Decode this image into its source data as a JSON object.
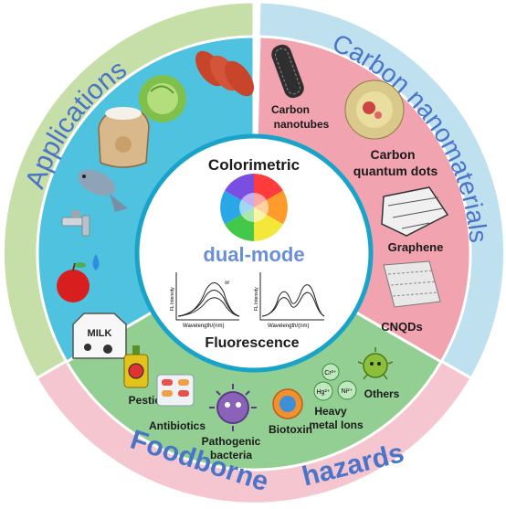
{
  "center": {
    "top_label": "Colorimetric",
    "mode_label": "dual-mode",
    "bottom_label": "Fluorescence",
    "plot_axis_y": "FL Intensity",
    "plot_axis_x": "Wavelength/(nm)",
    "plot_annot_left": "or"
  },
  "sections": {
    "applications": {
      "title": "Applications"
    },
    "carbon": {
      "title": "Carbon nanomaterials",
      "items": [
        {
          "label_line1": "Carbon",
          "label_line2": "nanotubes"
        },
        {
          "label_line1": "Carbon",
          "label_line2": "quantum dots"
        },
        {
          "label_line1": "Graphene",
          "label_line2": ""
        },
        {
          "label_line1": "CNQDs",
          "label_line2": ""
        }
      ]
    },
    "foodborne": {
      "title_part1": "Foodborne",
      "title_part2": "hazards",
      "items": [
        {
          "label_line1": "Pesticide",
          "label_line2": ""
        },
        {
          "label_line1": "Antibiotics",
          "label_line2": ""
        },
        {
          "label_line1": "Pathogenic",
          "label_line2": "bacteria"
        },
        {
          "label_line1": "Biotoxin",
          "label_line2": ""
        },
        {
          "label_line1": "Heavy",
          "label_line2": "metal Ions"
        },
        {
          "label_line1": "Others",
          "label_line2": ""
        }
      ],
      "ion_labels": [
        "Cr³⁺",
        "Hg²⁺",
        "Ni²⁺"
      ],
      "milk_label": "MILK"
    }
  },
  "colors": {
    "applications_outer": "#c6dfa8",
    "applications_inner": "#4fc2df",
    "carbon_outer": "#bfe0ef",
    "carbon_inner": "#f2a3b0",
    "foodborne_outer": "#f6c6d0",
    "foodborne_inner": "#93cf93",
    "center": "#ffffff",
    "title_blue": "#4a74c8",
    "mode_text": "#6a8fd6"
  },
  "icons": [
    "sausage-icon",
    "cabbage-icon",
    "flour-sack-icon",
    "fish-icon",
    "faucet-icon",
    "water-drop-icon",
    "apple-icon",
    "milk-carton-icon",
    "nanotube-icon",
    "quantum-dot-icon",
    "graphene-icon",
    "cnqd-icon",
    "pesticide-bottle-icon",
    "pill-blister-icon",
    "virus-icon",
    "biotoxin-icon",
    "ion-bubble-icon",
    "microbe-icon",
    "color-wheel-icon"
  ]
}
